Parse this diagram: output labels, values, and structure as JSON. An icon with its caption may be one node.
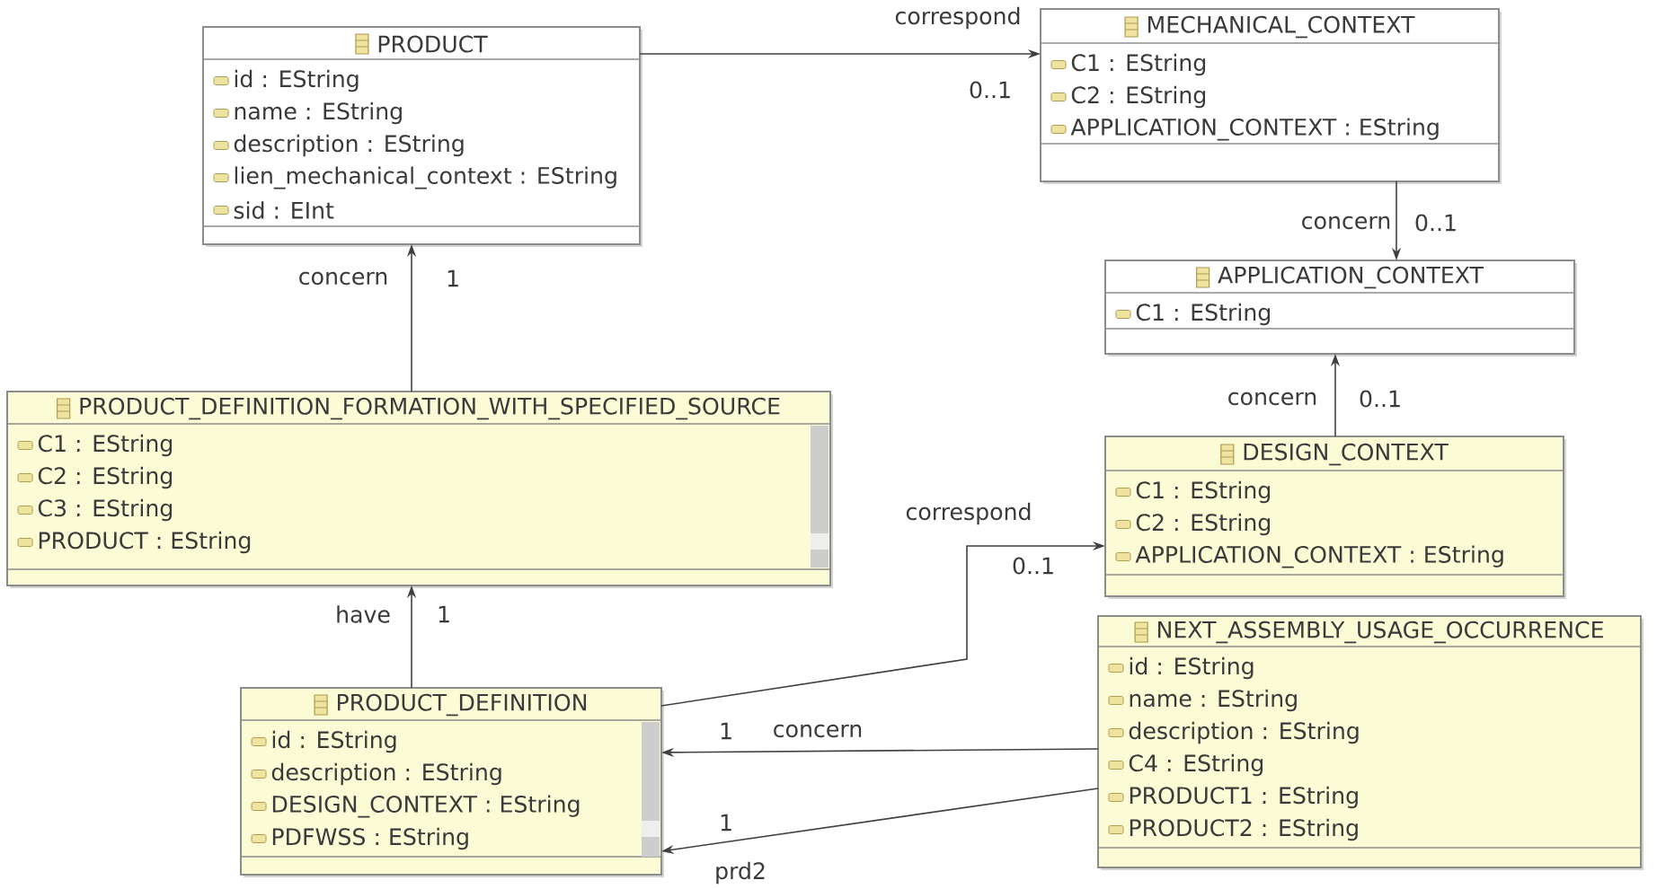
{
  "diagram": {
    "nodes": [
      {
        "text": [
          "PRODUCT",
          "id : EString",
          "name : EString",
          "description : EString",
          "lien_mechanical_context : EString",
          "sid : EInt"
        ]
      },
      {
        "text": [
          "MECHANICAL_CONTEXT",
          "C1 : EString",
          "C2 : EString",
          "APPLICATION_CONTEXT : EString"
        ]
      },
      {
        "text": [
          "APPLICATION_CONTEXT",
          "C1 : EString"
        ]
      },
      {
        "text": [
          "PRODUCT_DEFINITION_FORMATION_WITH_SPECIFIED_SOURCE",
          "C1 : EString",
          "C2 : EString",
          "C3 : EString",
          "PRODUCT : EString"
        ]
      },
      {
        "text": [
          "DESIGN_CONTEXT",
          "C1 : EString",
          "C2 : EString",
          "APPLICATION_CONTEXT : EString"
        ]
      },
      {
        "text": [
          "NEXT_ASSEMBLY_USAGE_OCCURRENCE",
          "id : EString",
          "name : EString",
          "description : EString",
          "C4 : EString",
          "PRODUCT1 : EString",
          "PRODUCT2 : EString"
        ]
      },
      {
        "text": [
          "PRODUCT_DEFINITION",
          "id : EString",
          "description : EString",
          "DESIGN_CONTEXT : EString",
          "PDFWSS : EString"
        ]
      }
    ],
    "edges": [
      {
        "from": 0,
        "to": 1,
        "arrow": "to",
        "label": "correspond"
      },
      {
        "from": 1,
        "to": 2,
        "arrow": "to",
        "label": "concern"
      },
      {
        "from": 3,
        "to": 0,
        "arrow": "to",
        "label": "concern"
      },
      {
        "from": 4,
        "to": 2,
        "arrow": "to",
        "label": "concern"
      },
      {
        "from": 6,
        "to": 3,
        "arrow": "to",
        "label": "have"
      },
      {
        "from": 6,
        "to": 4,
        "arrow": "to",
        "label": "correspond"
      },
      {
        "from": 5,
        "to": 6,
        "arrow": "to",
        "label": "concern"
      },
      {
        "from": 5,
        "to": 6,
        "arrow": "to",
        "label": "prd2"
      }
    ],
    "labels": [
      "0..1",
      "0..1",
      "1",
      "0..1",
      "0..1",
      "1",
      "1",
      "1"
    ]
  }
}
